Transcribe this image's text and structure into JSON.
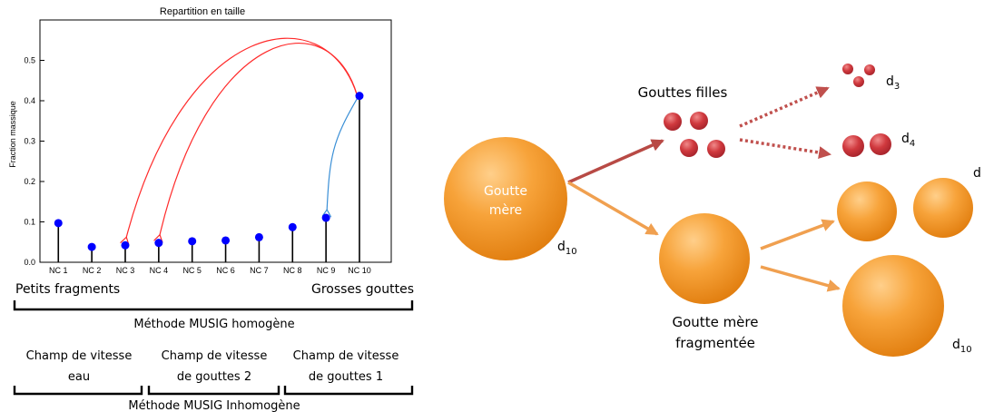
{
  "chart_data": {
    "type": "scatter",
    "title": "Repartition en taille",
    "xlabel": "",
    "ylabel": "Fraction massique",
    "categories": [
      "NC 1",
      "NC 2",
      "NC 3",
      "NC 4",
      "NC 5",
      "NC 6",
      "NC 7",
      "NC 8",
      "NC 9",
      "NC 10"
    ],
    "values": [
      0.097,
      0.038,
      0.042,
      0.048,
      0.052,
      0.054,
      0.062,
      0.087,
      0.11,
      0.412
    ],
    "ylim": [
      0,
      0.6
    ],
    "yticks": [
      "0.0",
      "0.1",
      "0.2",
      "0.3",
      "0.4",
      "0.5"
    ],
    "stem_colors": {
      "default": "#000000",
      "highlight_last": "#000000"
    },
    "marker_color": "#0000ff",
    "arrows": [
      {
        "from": "NC 10",
        "to": "NC 3",
        "color": "#ff2a2a"
      },
      {
        "from": "NC 10",
        "to": "NC 4",
        "color": "#ff2a2a"
      },
      {
        "from": "NC 10",
        "to": "NC 9",
        "color": "#3a8fd6"
      }
    ]
  },
  "annotations": {
    "left_label": "Petits fragments",
    "right_label": "Grosses gouttes",
    "homog_method": "Méthode MUSIG homogène",
    "field_water_l1": "Champ de vitesse",
    "field_water_l2": "eau",
    "field_g2_l1": "Champ de vitesse",
    "field_g2_l2": "de gouttes 2",
    "field_g1_l1": "Champ de vitesse",
    "field_g1_l2": "de gouttes 1",
    "inhomog_method": "Méthode MUSIG Inhomogène"
  },
  "diagram": {
    "mother_l1": "Goutte",
    "mother_l2": "mère",
    "mother_d": "d",
    "mother_d_sub": "10",
    "daughters_label": "Gouttes filles",
    "d3": "d",
    "d3_sub": "3",
    "d4": "d",
    "d4_sub": "4",
    "d_right": "d",
    "frag_l1": "Goutte mère",
    "frag_l2": "fragmentée",
    "big_d": "d",
    "big_d_sub": "10",
    "colors": {
      "orange": "#f59a2e",
      "red_drop": "#c8333a",
      "red_arrow": "#b84a45",
      "orange_arrow": "#f0a050"
    }
  }
}
